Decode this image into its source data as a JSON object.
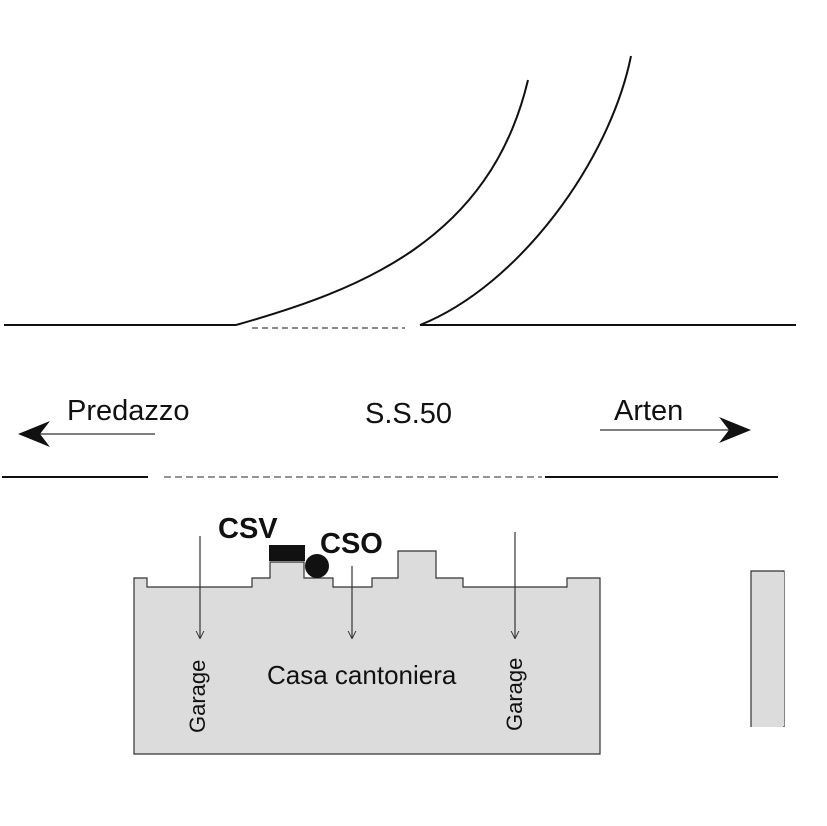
{
  "labels": {
    "predazzo": "Predazzo",
    "road": "S.S.50",
    "arten": "Arten",
    "csv": "CSV",
    "cso": "CSO",
    "building": "Casa cantoniera",
    "garage_left": "Garage",
    "garage_right": "Garage"
  },
  "colors": {
    "line": "#111111",
    "building_fill": "#dcdcdc",
    "building_stroke": "#333333",
    "dashed": "#444444"
  }
}
